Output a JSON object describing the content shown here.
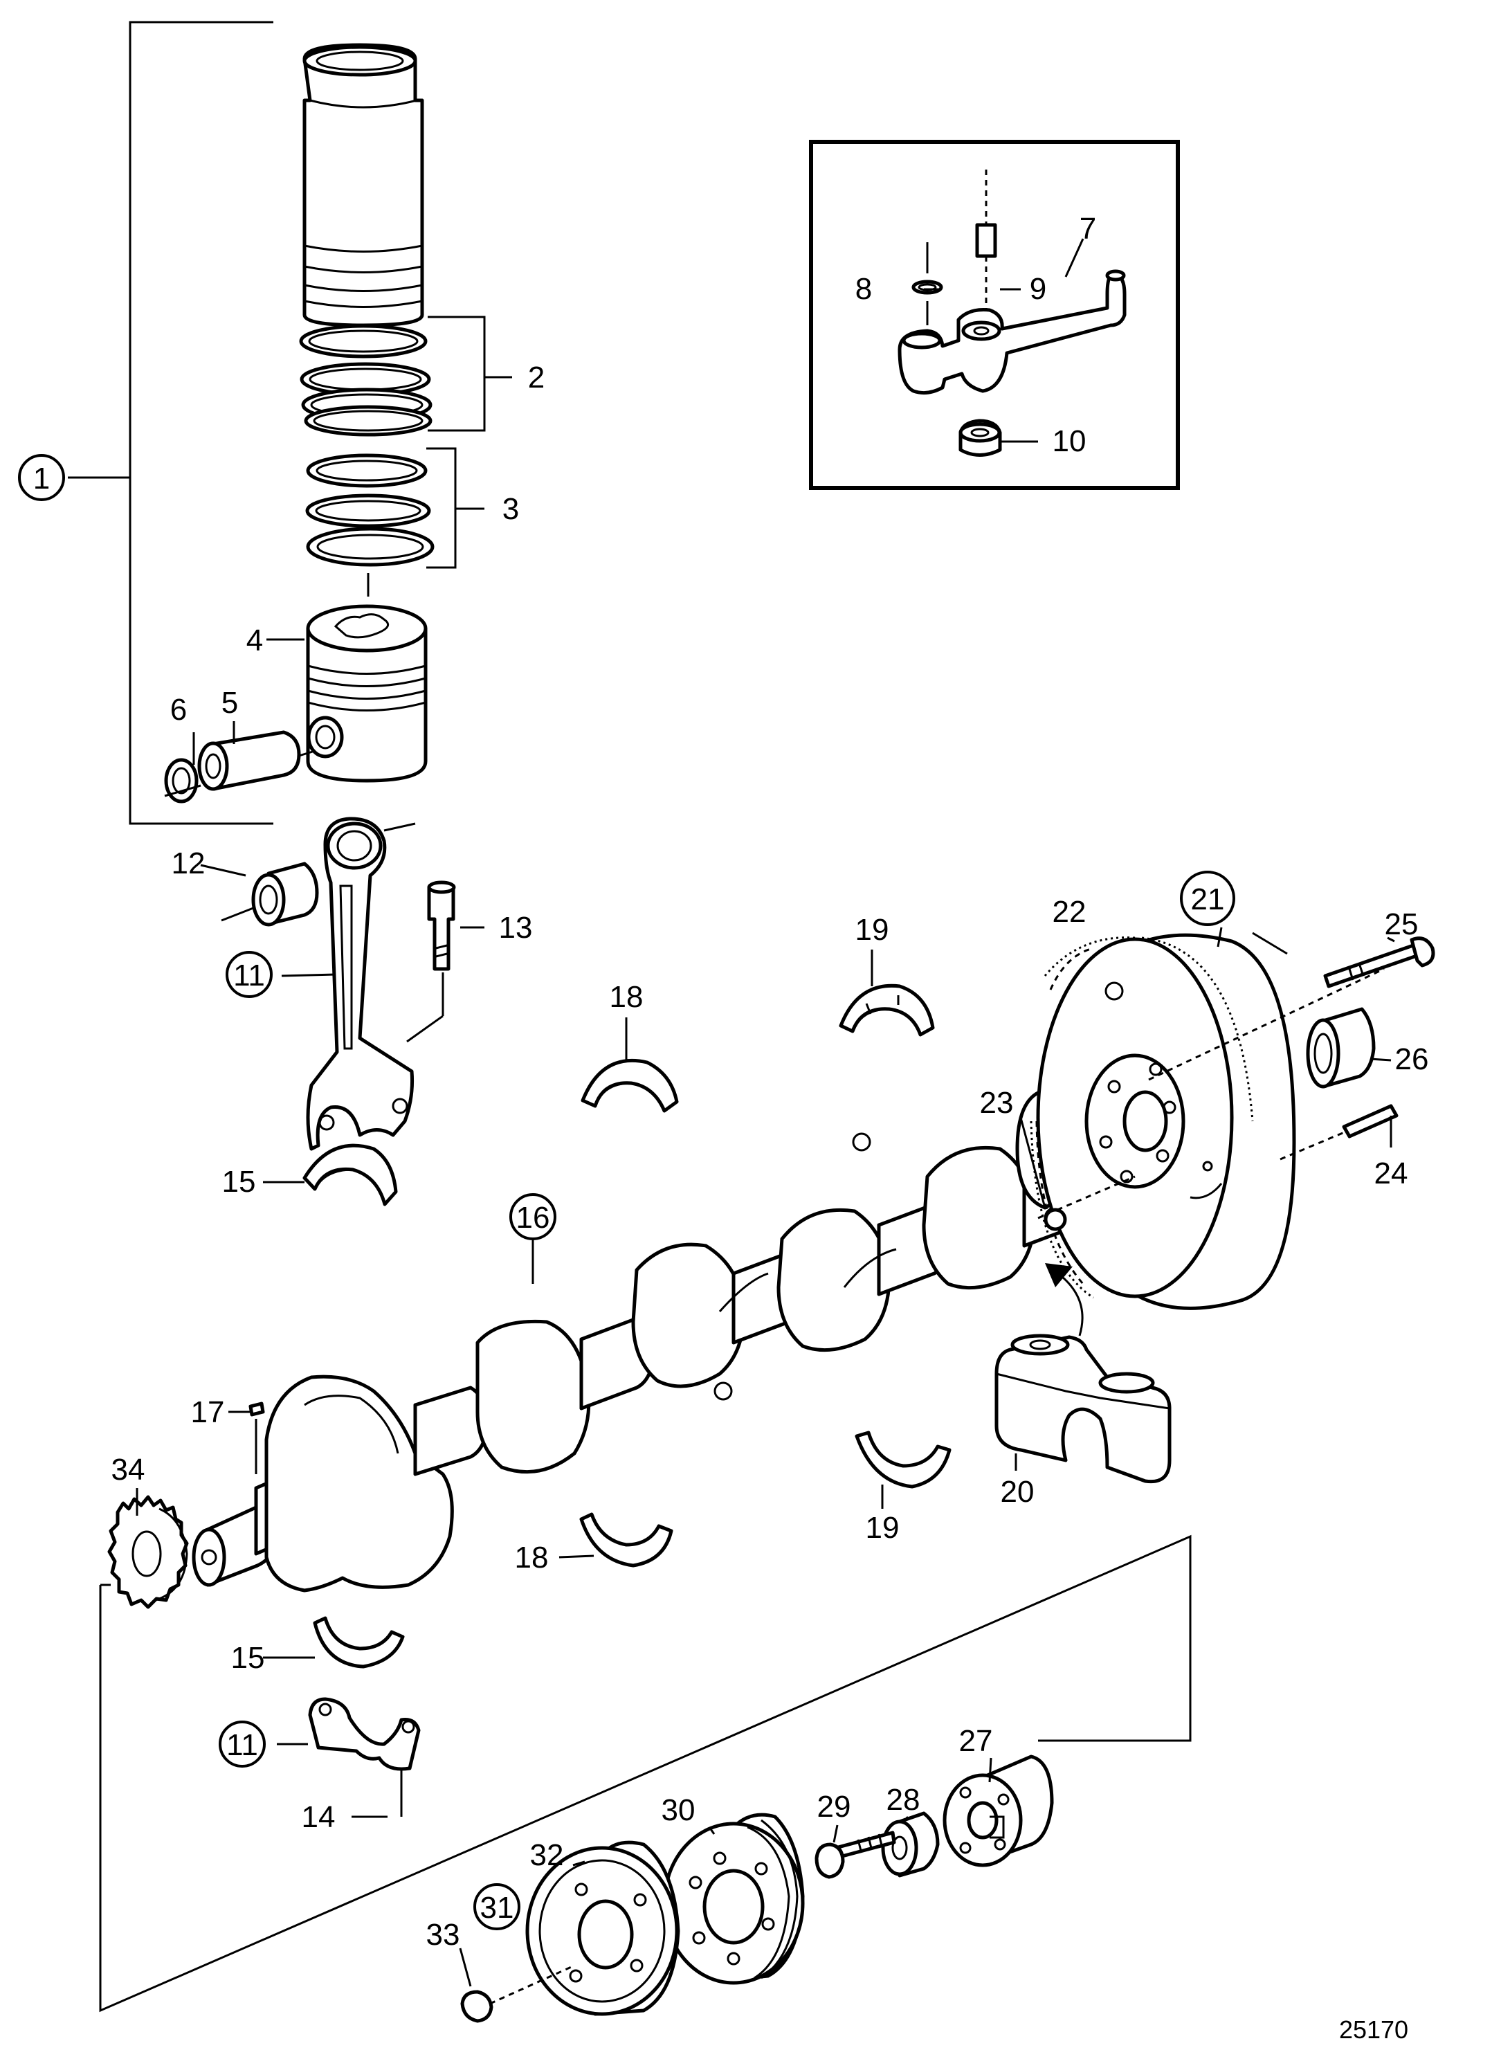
{
  "reference_number": "25170",
  "callouts": [
    {
      "id": "c1",
      "text": "1",
      "circled": true
    },
    {
      "id": "c2",
      "text": "2",
      "circled": false
    },
    {
      "id": "c3",
      "text": "3",
      "circled": false
    },
    {
      "id": "c4",
      "text": "4",
      "circled": false
    },
    {
      "id": "c5",
      "text": "5",
      "circled": false
    },
    {
      "id": "c6",
      "text": "6",
      "circled": false
    },
    {
      "id": "c7",
      "text": "7",
      "circled": false
    },
    {
      "id": "c8",
      "text": "8",
      "circled": false
    },
    {
      "id": "c9",
      "text": "9",
      "circled": false
    },
    {
      "id": "c10",
      "text": "10",
      "circled": false
    },
    {
      "id": "c11a",
      "text": "11",
      "circled": true
    },
    {
      "id": "c11b",
      "text": "11",
      "circled": true
    },
    {
      "id": "c12",
      "text": "12",
      "circled": false
    },
    {
      "id": "c13",
      "text": "13",
      "circled": false
    },
    {
      "id": "c14",
      "text": "14",
      "circled": false
    },
    {
      "id": "c15a",
      "text": "15",
      "circled": false
    },
    {
      "id": "c15b",
      "text": "15",
      "circled": false
    },
    {
      "id": "c16",
      "text": "16",
      "circled": true
    },
    {
      "id": "c17",
      "text": "17",
      "circled": false
    },
    {
      "id": "c18a",
      "text": "18",
      "circled": false
    },
    {
      "id": "c18b",
      "text": "18",
      "circled": false
    },
    {
      "id": "c19a",
      "text": "19",
      "circled": false
    },
    {
      "id": "c19b",
      "text": "19",
      "circled": false
    },
    {
      "id": "c20",
      "text": "20",
      "circled": false
    },
    {
      "id": "c21",
      "text": "21",
      "circled": true
    },
    {
      "id": "c22",
      "text": "22",
      "circled": false
    },
    {
      "id": "c23",
      "text": "23",
      "circled": false
    },
    {
      "id": "c24",
      "text": "24",
      "circled": false
    },
    {
      "id": "c25",
      "text": "25",
      "circled": false
    },
    {
      "id": "c26",
      "text": "26",
      "circled": false
    },
    {
      "id": "c27",
      "text": "27",
      "circled": false
    },
    {
      "id": "c28",
      "text": "28",
      "circled": false
    },
    {
      "id": "c29",
      "text": "29",
      "circled": false
    },
    {
      "id": "c30",
      "text": "30",
      "circled": false
    },
    {
      "id": "c31",
      "text": "31",
      "circled": true
    },
    {
      "id": "c32",
      "text": "32",
      "circled": false
    },
    {
      "id": "c33",
      "text": "33",
      "circled": false
    },
    {
      "id": "c34",
      "text": "34",
      "circled": false
    }
  ]
}
